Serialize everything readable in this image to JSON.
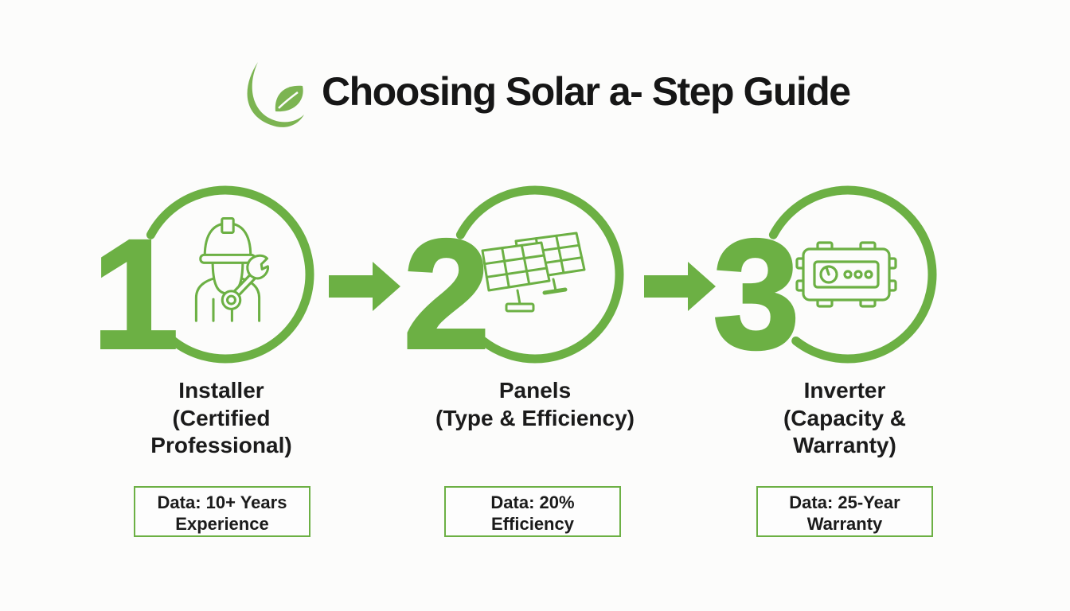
{
  "page": {
    "background": "#fcfcfb"
  },
  "colors": {
    "green": "#6CB044",
    "logo_green": "#7CB452",
    "text_dark": "#1b1b1b",
    "box_border": "#6CB044"
  },
  "header": {
    "title": "Choosing Solar a- Step Guide",
    "logo_icon": "leaf-swoosh-icon"
  },
  "steps": [
    {
      "number": "1",
      "icon": "installer-worker-icon",
      "label_lines": [
        "Installer",
        "(Certified",
        "Professional)"
      ],
      "data_lines": [
        "Data: 10+ Years",
        "Experience"
      ]
    },
    {
      "number": "2",
      "icon": "solar-panels-icon",
      "label_lines": [
        "Panels",
        "(Type & Efficiency)"
      ],
      "data_lines": [
        "Data: 20%",
        "Efficiency"
      ]
    },
    {
      "number": "3",
      "icon": "inverter-icon",
      "label_lines": [
        "Inverter",
        "(Capacity &",
        "Warranty)"
      ],
      "data_lines": [
        "Data: 25-Year",
        "Warranty"
      ]
    }
  ],
  "arrows": [
    {
      "icon": "arrow-right-icon"
    },
    {
      "icon": "arrow-right-icon"
    }
  ]
}
